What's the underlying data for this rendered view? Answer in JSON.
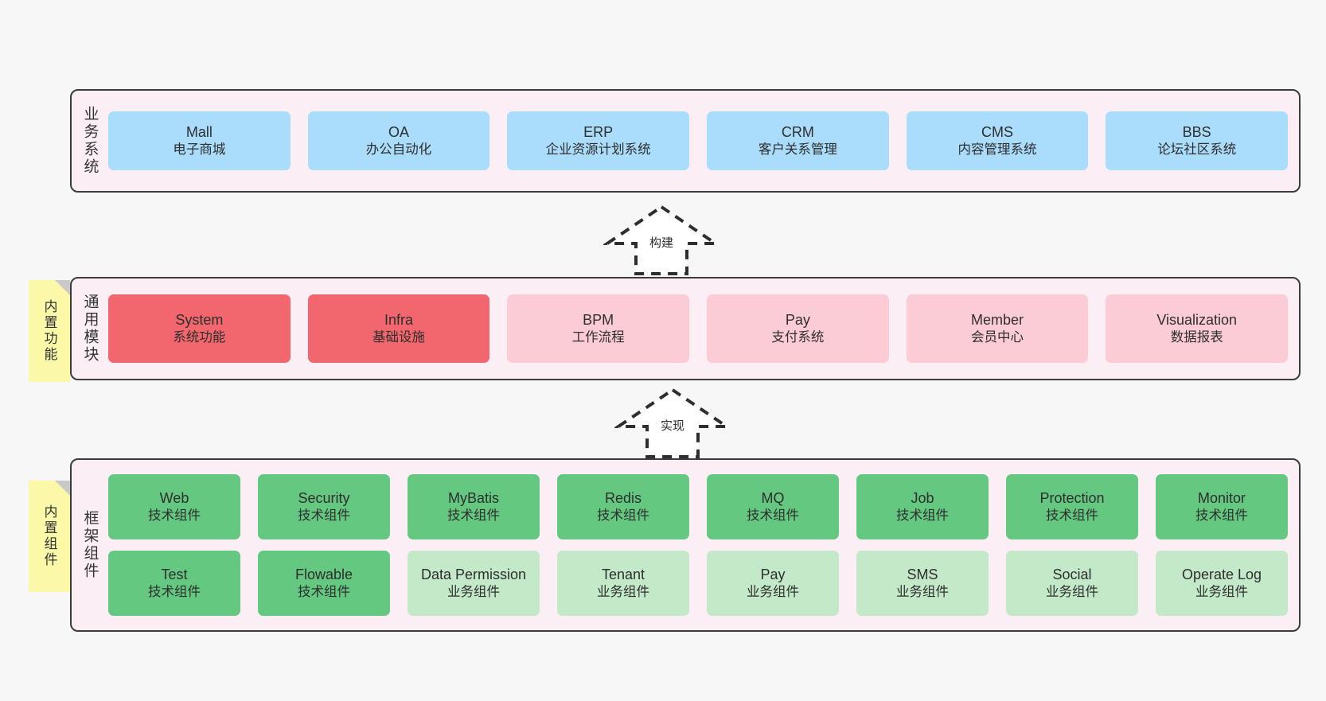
{
  "diagram": {
    "background_color": "#f7f7f7",
    "layer_fill": "#fbeef5",
    "layer_border": "#3c3c3c",
    "note_color": "#fbf8a8"
  },
  "layers": [
    {
      "id": "business",
      "label": "业务系统",
      "card_color": "#aadcfb",
      "rows": [
        {
          "cards": [
            {
              "en": "Mall",
              "cn": "电子商城",
              "style": "blue"
            },
            {
              "en": "OA",
              "cn": "办公自动化",
              "style": "blue"
            },
            {
              "en": "ERP",
              "cn": "企业资源计划系统",
              "style": "blue"
            },
            {
              "en": "CRM",
              "cn": "客户关系管理",
              "style": "blue"
            },
            {
              "en": "CMS",
              "cn": "内容管理系统",
              "style": "blue"
            },
            {
              "en": "BBS",
              "cn": "论坛社区系统",
              "style": "blue"
            }
          ]
        }
      ]
    },
    {
      "id": "modules",
      "label": "通用模块",
      "note": "内置功能",
      "card_color_strong": "#f2676d",
      "card_color_light": "#fbccd5",
      "rows": [
        {
          "cards": [
            {
              "en": "System",
              "cn": "系统功能",
              "style": "red-strong"
            },
            {
              "en": "Infra",
              "cn": "基础设施",
              "style": "red-strong"
            },
            {
              "en": "BPM",
              "cn": "工作流程",
              "style": "red-light"
            },
            {
              "en": "Pay",
              "cn": "支付系统",
              "style": "red-light"
            },
            {
              "en": "Member",
              "cn": "会员中心",
              "style": "red-light"
            },
            {
              "en": "Visualization",
              "cn": "数据报表",
              "style": "red-light"
            }
          ]
        }
      ]
    },
    {
      "id": "framework",
      "label": "框架组件",
      "note": "内置组件",
      "card_color_strong": "#64c880",
      "card_color_light": "#c3e9c9",
      "rows": [
        {
          "cards": [
            {
              "en": "Web",
              "cn": "技术组件",
              "style": "green-strong"
            },
            {
              "en": "Security",
              "cn": "技术组件",
              "style": "green-strong"
            },
            {
              "en": "MyBatis",
              "cn": "技术组件",
              "style": "green-strong"
            },
            {
              "en": "Redis",
              "cn": "技术组件",
              "style": "green-strong"
            },
            {
              "en": "MQ",
              "cn": "技术组件",
              "style": "green-strong"
            },
            {
              "en": "Job",
              "cn": "技术组件",
              "style": "green-strong"
            },
            {
              "en": "Protection",
              "cn": "技术组件",
              "style": "green-strong"
            },
            {
              "en": "Monitor",
              "cn": "技术组件",
              "style": "green-strong"
            }
          ]
        },
        {
          "cards": [
            {
              "en": "Test",
              "cn": "技术组件",
              "style": "green-strong"
            },
            {
              "en": "Flowable",
              "cn": "技术组件",
              "style": "green-strong"
            },
            {
              "en": "Data Permission",
              "cn": "业务组件",
              "style": "green-light"
            },
            {
              "en": "Tenant",
              "cn": "业务组件",
              "style": "green-light"
            },
            {
              "en": "Pay",
              "cn": "业务组件",
              "style": "green-light"
            },
            {
              "en": "SMS",
              "cn": "业务组件",
              "style": "green-light"
            },
            {
              "en": "Social",
              "cn": "业务组件",
              "style": "green-light"
            },
            {
              "en": "Operate Log",
              "cn": "业务组件",
              "style": "green-light"
            }
          ]
        }
      ]
    }
  ],
  "arrows": [
    {
      "id": "build",
      "label": "构建"
    },
    {
      "id": "impl",
      "label": "实现"
    }
  ]
}
